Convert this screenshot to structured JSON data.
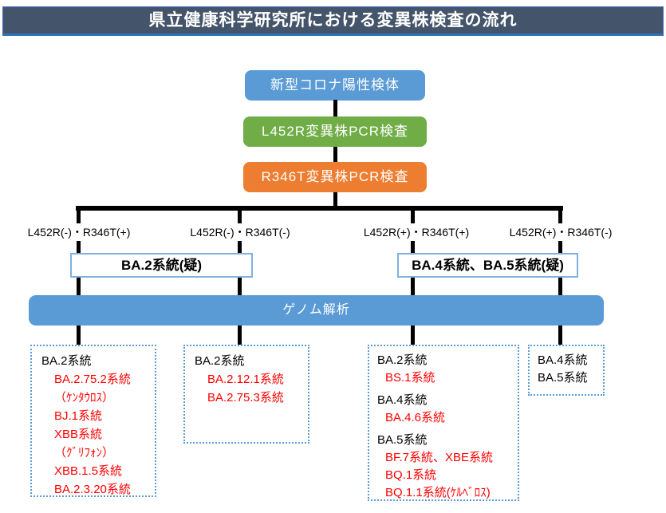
{
  "title": "県立健康科学研究所における変異株検査の流れ",
  "colors": {
    "header_bg": "#44546A",
    "header_border": "#4472C4",
    "blue_box": "#5B9BD5",
    "green_box": "#70AD47",
    "orange_box": "#ED7D31",
    "connector": "#000000",
    "suspect_border": "#7EB1DE",
    "dotted_border": "#5B9BD5",
    "lineage_red": "#FF0000"
  },
  "flow_boxes": {
    "specimen": "新型コロナ陽性検体",
    "pcr_l452r": "L452R変異株PCR検査",
    "pcr_r346t": "R346T変異株PCR検査"
  },
  "branch_labels": [
    "L452R(-)・R346T(+)",
    "L452R(-)・R346T(-)",
    "L452R(+)・R346T(+)",
    "L452R(+)・R346T(-)"
  ],
  "suspect_boxes": [
    "BA.2系統(疑)",
    "BA.4系統、BA.5系統(疑)"
  ],
  "genome_bar": "ゲノム解析",
  "result_boxes": [
    {
      "lines": [
        {
          "text": "BA.2系統",
          "color": "black"
        },
        {
          "text": "BA.2.75.2系統",
          "color": "red"
        },
        {
          "text": "（ｹﾝﾀｳﾛｽ）",
          "color": "red"
        },
        {
          "text": "BJ.1系統",
          "color": "red"
        },
        {
          "text": "XBB系統",
          "color": "red"
        },
        {
          "text": "（ｸﾞﾘﾌｫﾝ）",
          "color": "red"
        },
        {
          "text": "XBB.1.5系統",
          "color": "red"
        },
        {
          "text": "BA.2.3.20系統",
          "color": "red"
        }
      ]
    },
    {
      "lines": [
        {
          "text": "BA.2系統",
          "color": "black"
        },
        {
          "text": "BA.2.12.1系統",
          "color": "red"
        },
        {
          "text": "BA.2.75.3系統",
          "color": "red"
        }
      ]
    },
    {
      "lines": [
        {
          "text": "BA.2系統",
          "color": "black"
        },
        {
          "text": "BS.1系統",
          "color": "red"
        },
        {
          "text": "BA.4系統",
          "color": "black"
        },
        {
          "text": "BA.4.6系統",
          "color": "red"
        },
        {
          "text": "BA.5系統",
          "color": "black"
        },
        {
          "text": "BF.7系統、XBE系統",
          "color": "red"
        },
        {
          "text": "BQ.1系統",
          "color": "red"
        },
        {
          "text": "BQ.1.1系統(ｹﾙﾍﾞﾛｽ)",
          "color": "red"
        }
      ]
    },
    {
      "lines": [
        {
          "text": "BA.4系統",
          "color": "black"
        },
        {
          "text": "BA.5系統",
          "color": "black"
        }
      ]
    }
  ]
}
